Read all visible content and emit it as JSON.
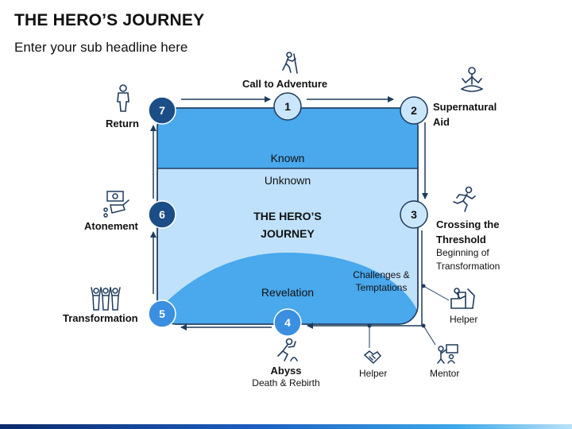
{
  "header": {
    "title": "THE HERO’S JOURNEY",
    "subtitle": "Enter your sub headline here"
  },
  "center": {
    "title_line1": "THE HERO’S",
    "title_line2": "JOURNEY",
    "known": "Known",
    "unknown": "Unknown",
    "revelation": "Revelation"
  },
  "stages": [
    {
      "number": "1",
      "label": "Call to Adventure"
    },
    {
      "number": "2",
      "label_line1": "Supernatural",
      "label_line2": "Aid"
    },
    {
      "number": "3",
      "label_line1": "Crossing the",
      "label_line2": "Threshold",
      "sub_line1": "Beginning of",
      "sub_line2": "Transformation"
    },
    {
      "number": "4",
      "label": "Abyss",
      "sub": "Death & Rebirth"
    },
    {
      "number": "5",
      "label": "Transformation"
    },
    {
      "number": "6",
      "label": "Atonement"
    },
    {
      "number": "7",
      "label": "Return"
    }
  ],
  "side_notes": {
    "challenges_line1": "Challenges &",
    "challenges_line2": "Temptations",
    "helper_right": "Helper",
    "helper_bottom": "Helper",
    "mentor": "Mentor"
  },
  "colors": {
    "known_fill": "#4aa8ec",
    "unknown_fill": "#bfe1fb",
    "revelation_fill": "#4aa8ec",
    "dark_circle": "#1b4e86",
    "light_circle": "#c9e6fb",
    "mid_circle": "#3b8fe0",
    "line": "#1f3b5c"
  }
}
